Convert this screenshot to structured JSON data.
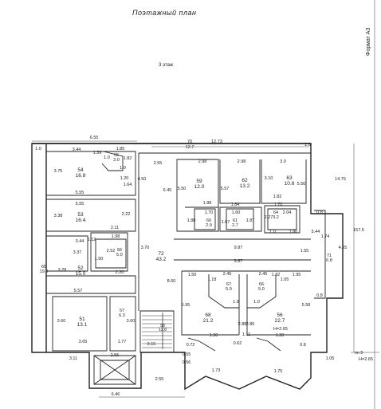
{
  "sheet": {
    "title": "Поэтажный план",
    "floor": "3 этаж",
    "format": "Формат А3"
  },
  "rooms": [
    {
      "id": "r54",
      "num": "54",
      "area": "16.8"
    },
    {
      "id": "r53",
      "num": "53",
      "area": "16.4"
    },
    {
      "id": "r52",
      "num": "52",
      "area": "15.0"
    },
    {
      "id": "r51",
      "num": "51",
      "area": "13.1"
    },
    {
      "id": "r55",
      "num": "55",
      "area": "3.0"
    },
    {
      "id": "r56",
      "num": "56",
      "area": "5.0"
    },
    {
      "id": "r57",
      "num": "57",
      "area": "6.3"
    },
    {
      "id": "r59",
      "num": "59",
      "area": "12.0"
    },
    {
      "id": "r62",
      "num": "62",
      "area": "13.2"
    },
    {
      "id": "r63",
      "num": "63",
      "area": "10.8"
    },
    {
      "id": "r60",
      "num": "60",
      "area": "2.9"
    },
    {
      "id": "r61",
      "num": "61",
      "area": "2.7"
    },
    {
      "id": "r64",
      "num": "64",
      "area": "3.2"
    },
    {
      "id": "r65",
      "num": "65",
      "area": "19.0"
    },
    {
      "id": "r72",
      "num": "72",
      "area": "43.2"
    },
    {
      "id": "r67",
      "num": "67",
      "area": "5.0"
    },
    {
      "id": "r66",
      "num": "66",
      "area": "5.0"
    },
    {
      "id": "r68",
      "num": "68",
      "area": "21.2"
    },
    {
      "id": "r55b",
      "num": "56",
      "area": "22.7"
    },
    {
      "id": "r71",
      "num": "71",
      "area": "6.8"
    },
    {
      "id": "r58",
      "num": "58",
      "area": "12.8"
    }
  ],
  "dims": {
    "d655": "6.55",
    "d70": "70",
    "d1273": "12.73",
    "d127": "12.7",
    "d10a": "1.0",
    "d10b": "1.0",
    "d344a": "3.44",
    "d139": "1.39",
    "d185": "1.85",
    "d10c": "1.0",
    "d10d": "1.0",
    "d182": "1.82",
    "d375": "3.75",
    "d120": "1.20",
    "d164": "1.64",
    "d555a": "5.55",
    "d555b": "5.55",
    "d338": "3.38",
    "d222": "2.22",
    "d211": "2.11",
    "d344b": "3.44",
    "d198": "1.98",
    "d337": "3.37",
    "d112": "1.12",
    "d150": "1.50",
    "d252": "2.52",
    "d220": "2.20",
    "d328": "3.28",
    "d557": "5.57",
    "d360a": "3.60",
    "d365": "3.65",
    "d177": "1.77",
    "d360b": "3.60",
    "d311": "3.11",
    "d255a": "2.55",
    "d646": "6.46",
    "d255b": "2.55",
    "d298": "2.98",
    "d298b": "2.98",
    "d300": "3.0",
    "d550": "5.50",
    "d557b": "5.57",
    "d310": "3.10",
    "d550b": "5.50",
    "d645": "6.45",
    "d450": "4.50",
    "d188": "1.88",
    "d184": "1.84",
    "d182b": "1.82",
    "d170a": "1.70",
    "d160": "1.60",
    "d170b": "1.70",
    "d227": "2.27",
    "d204": "2.04",
    "d188b": "1.88",
    "d167": "1.67",
    "d187": "1.87",
    "d10e": "1.0",
    "d180": "1.80",
    "d987a": "9.87",
    "d987b": "9.87",
    "d370": "3.70",
    "d155": "1.55",
    "d475": "14.75",
    "d1575": "157.5",
    "d544": "5.44",
    "d174": "1.74",
    "d465": "4.65",
    "d08a": "0.8",
    "d08b": "0.8",
    "d150b": "1.50",
    "d118": "1.18",
    "d245a": "2.45",
    "d245b": "2.45",
    "d132": "1.32",
    "d105": "1.05",
    "d195": "1.95",
    "d860": "8.60",
    "d595": "5.95",
    "d558": "5.58",
    "d10f": "1.0",
    "d10g": "1.0",
    "d288": "2.88",
    "d286": "2.86",
    "h265": "H=2.65",
    "d072": "0.72",
    "d130a": "1.30",
    "d062": "0.62",
    "d111": "1.11",
    "d130b": "1.30",
    "d08c": "0.8",
    "d173": "1.73",
    "d175": "1.75",
    "d105b": "1.05",
    "d055": "0.55",
    "d056": "0.56",
    "d255c": "2.55",
    "d915": "9.15",
    "h265b": "H=2.65",
    "d5n": "лн 5"
  }
}
